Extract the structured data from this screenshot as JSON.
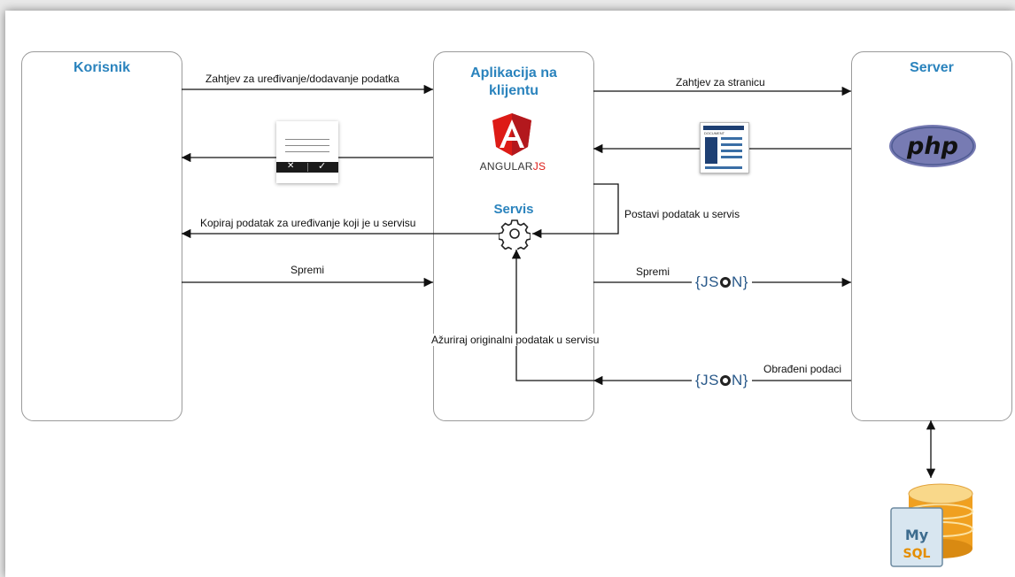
{
  "lanes": {
    "korisnik": {
      "title": "Korisnik"
    },
    "aplikacija": {
      "title_line1": "Aplikacija na",
      "title_line2": "klijentu",
      "service_title": "Servis"
    },
    "server": {
      "title": "Server"
    }
  },
  "logos": {
    "angular_text_a": "ANGULAR",
    "angular_text_b": "JS",
    "php_text": "php",
    "mysql_text_a": "My",
    "mysql_text_b": "SQL",
    "document_text": "DOCUMENT"
  },
  "edges": {
    "edit_request": "Zahtjev za uređivanje/dodavanje podatka",
    "page_request": "Zahtjev za stranicu",
    "set_service": "Postavi podatak u servis",
    "copy_data": "Kopiraj podatak za uređivanje koji je u servisu",
    "save_left": "Spremi",
    "save_right": "Spremi",
    "update_original": "Ažuriraj originalni podatak u servisu",
    "processed_data": "Obrađeni podaci"
  },
  "json_badge": {
    "text_left": "{JS",
    "text_right": "N}"
  },
  "colors": {
    "lane_title": "#2a83bd",
    "angular_red": "#dd1b16",
    "php_purple": "#777bb3",
    "mysql_orange": "#f0a020"
  }
}
